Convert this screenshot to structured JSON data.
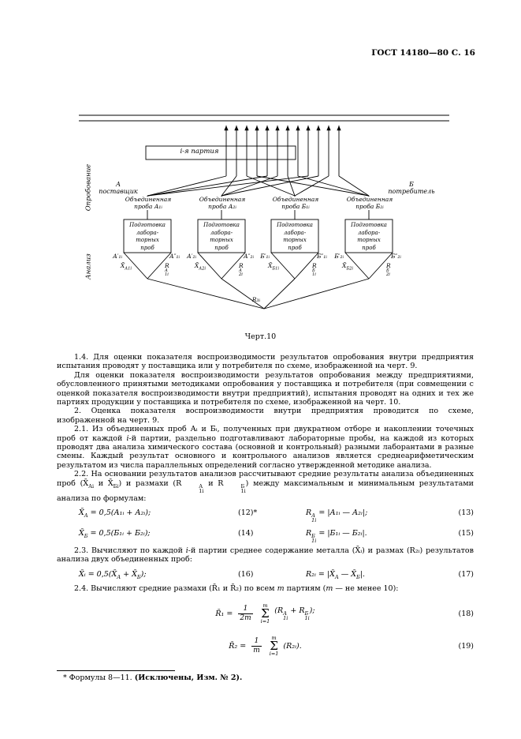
{
  "header": {
    "doc_ref": "ГОСТ 14180—80 С. 16"
  },
  "diagram": {
    "batch_label": "i-я партия",
    "axis_sampling": "Опробование",
    "axis_analysis": "Анализ",
    "supplier": {
      "letter": "А",
      "word": "поставщик"
    },
    "consumer": {
      "letter": "Б",
      "word": "потребитель"
    },
    "samples": [
      {
        "line1": "Объединенная",
        "line2": "проба А₁ᵢ"
      },
      {
        "line1": "Объединенная",
        "line2": "проба А₂ᵢ"
      },
      {
        "line1": "Объединенная",
        "line2": "проба Б₁ᵢ"
      },
      {
        "line1": "Объединенная",
        "line2": "проба Б₂ᵢ"
      }
    ],
    "prep_box_lines": [
      "Подготовка",
      "лабора-",
      "торных",
      "проб"
    ],
    "funnels": [
      {
        "lt": "А′₁ᵢ",
        "lb": "X̄<sub>А1i</sub>",
        "rt": "А″₁ᵢ",
        "rb": "R<span class='ss'><span>А</span><span>1i</span></span>"
      },
      {
        "lt": "А′₂ᵢ",
        "lb": "X̄<sub>А2i</sub>",
        "rt": "А″₂ᵢ",
        "rb": "R<span class='ss'><span>А</span><span>2i</span></span>"
      },
      {
        "lt": "Б′₁ᵢ",
        "lb": "X̄<sub>Б1i</sub>",
        "rt": "Б″₁ᵢ",
        "rb": "R<span class='ss'><span>Б</span><span>1i</span></span>"
      },
      {
        "lt": "Б′₂ᵢ",
        "lb": "X̄<sub>Б2i</sub>",
        "rt": "Б″₂ᵢ",
        "rb": "R<span class='ss'><span>Б</span><span>2i</span></span>"
      }
    ],
    "range3": "R₃ᵢ",
    "caption": "Черт.10"
  },
  "body": {
    "p14": "1.4. Для оценки показателя воспроизводимости результатов опробования внутри предприятия испытания проводят у поставщика или у потребителя по схеме, изображенной на черт. 9.",
    "p14b": "Для оценки показателя воспроизводимости результатов опробования между предприятиями, обусловленного принятыми методиками опробования у поставщика и потребителя (при совмещении с оценкой показателя воспроизводимости внутри предприятий), испытания проводят на одних и тех же партиях продукции у поставщика и потребителя по схеме, изображенной на черт. 10.",
    "p2": "2. Оценка показателя воспроизводимости внутри предприятия проводится по схеме, изображенной на черт. 9.",
    "p21": "2.1. Из объединенных проб Аᵢ и Бᵢ, полученных при двукратном отборе и накоплении точечных проб от каждой <i>i</i>-й партии, раздельно подготавливают лабораторные пробы, на каждой из которых проводят два анализа химического состава (основной и контрольный) разными лаборантами в разные смены. Каждый результат основного и контрольного анализов является среднеарифметическим результатом из числа параллельных определений согласно утвержденной методике анализа.",
    "p22": "2.2. На основании результатов анализов рассчитывают средние результаты анализа объединенных проб (X̄<sub>Аi</sub> и X̄<sub>Бi</sub>) и размахи (R<span class='ss'><span>А</span><span>1i</span></span> и R<span class='ss'><span>Б</span><span>1i</span></span>) между максимальным и минимальным результатами анализа по формулам:",
    "p23": "2.3. Вычисляют по каждой <i>i</i>-й партии среднее содержание металла (X̄ᵢ) и размах (R₂ᵢ) результатов анализа двух объединенных проб:",
    "p24": "2.4. Вычисляют средние размахи (R̄₁ и R̄₂) по всем <i>m</i> партиям (<i>m</i> — не менее 10):"
  },
  "formulas": {
    "f12": {
      "expr": "X̄<sub>А</sub> = 0,5(А₁ᵢ + А₂ᵢ);",
      "num": "(12)*"
    },
    "f13": {
      "expr": "R<span class='ss'><span>А</span><span>1i</span></span> = |А₁ᵢ — А₂ᵢ|;",
      "num": "(13)"
    },
    "f14": {
      "expr": "X̄<sub>Б</sub> = 0,5(Б₁ᵢ + Б₂ᵢ);",
      "num": "(14)"
    },
    "f15": {
      "expr": "R<span class='ss'><span>Б</span><span>1i</span></span> = |Б₁ᵢ — Б₂ᵢ|.",
      "num": "(15)"
    },
    "f16": {
      "expr": "X̄ᵢ = 0,5(X̄<sub>А</sub> + X̄<sub>Б</sub>);",
      "num": "(16)"
    },
    "f17": {
      "expr": "R₂ᵢ = |X̄<sub>А</sub> — X̄<sub>Б</sub>|.",
      "num": "(17)"
    },
    "f18": {
      "lhs": "R̄₁ =",
      "frac_num": "1",
      "frac_den": "2m",
      "sum_top": "m",
      "sigma": "Σ",
      "sum_bottom": "i=1",
      "rhs": "(R<span class='ss'><span>А</span><span>1i</span></span> + R<span class='ss'><span>Б</span><span>1i</span></span>);",
      "num": "(18)"
    },
    "f19": {
      "lhs": "R̄₂ =",
      "frac_num": "1",
      "frac_den": "m",
      "sum_top": "m",
      "sigma": "Σ",
      "sum_bottom": "i=1",
      "rhs": "(R₂ᵢ).",
      "num": "(19)"
    }
  },
  "footnote": {
    "text": "* Формулы 8—11. <b>(Исключены, Изм. № 2).</b>"
  }
}
